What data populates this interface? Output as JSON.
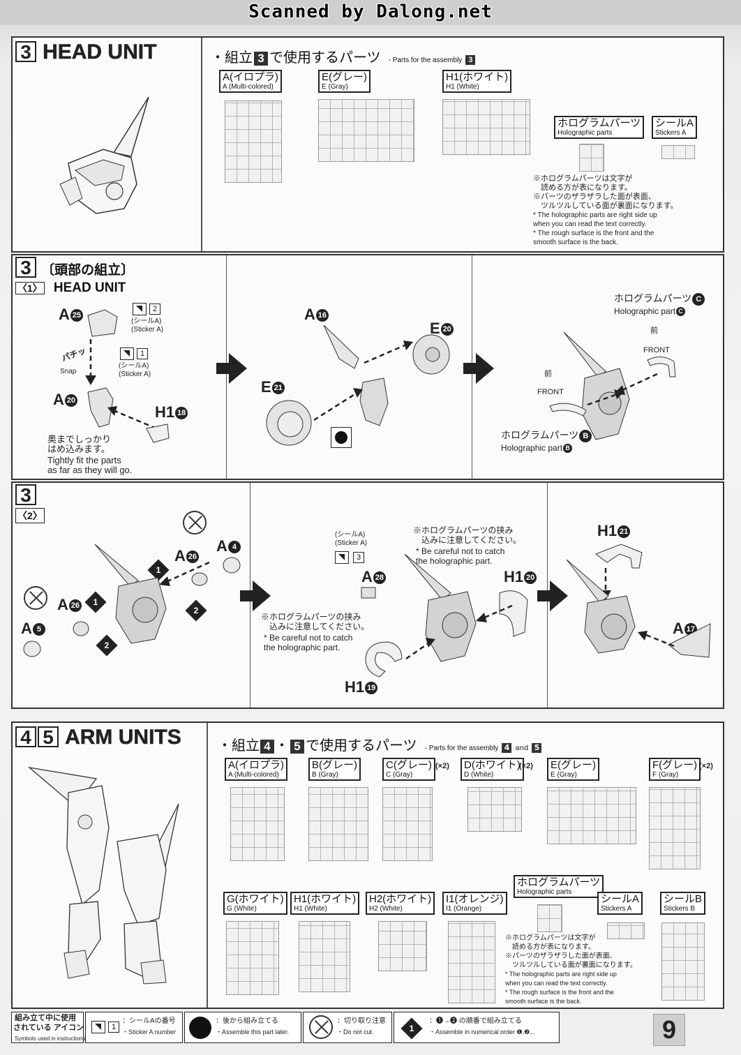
{
  "header": {
    "scan_credit": "Scanned by Dalong.net"
  },
  "head_unit": {
    "number": "3",
    "title": "HEAD UNIT",
    "parts_heading_prefix": "・組立",
    "parts_heading_num": "3",
    "parts_heading_suffix": "で使用するパーツ",
    "parts_heading_en": "- Parts for the assembly",
    "parts_heading_en_num": "3",
    "runners": [
      {
        "jp": "A(イロプラ)",
        "en": "A (Multi-colored)"
      },
      {
        "jp": "E(グレー)",
        "en": "E (Gray)"
      },
      {
        "jp": "H1(ホワイト)",
        "en": "H1 (White)"
      }
    ],
    "holo": {
      "jp": "ホログラムパーツ",
      "en": "Holographic parts"
    },
    "sticker": {
      "jp": "シールA",
      "en": "Stickers A"
    },
    "notes": [
      "※ホログラムパーツは文字が",
      "　読める方が表になります。",
      "※パーツのザラザラした面が表面、",
      "　ツルツルしている面が裏面になります。",
      "* The holographic parts are right side up",
      "  when you can read the text correctly.",
      "* The rough surface is the front and the",
      "  smooth surface is the back."
    ]
  },
  "step3_1": {
    "num": "3",
    "jp_title": "〔頭部の組立〕",
    "sub": "〈1〉",
    "en_title": "HEAD UNIT",
    "parts": {
      "a25": "A",
      "a25n": "25",
      "a20": "A",
      "a20n": "20",
      "h1_18": "H1",
      "h1_18n": "18",
      "a16": "A",
      "a16n": "16",
      "e20": "E",
      "e20n": "20",
      "e21": "E",
      "e21n": "21"
    },
    "sticker2": "2",
    "sticker1": "1",
    "sticker_jp": "(シールA)",
    "sticker_en": "(Sticker A)",
    "snap_jp": "パチッ",
    "snap_en": "Snap",
    "fit_jp_1": "奥までしっかり",
    "fit_jp_2": "はめ込みます。",
    "fit_en_1": "Tightly fit the parts",
    "fit_en_2": "as far as they will go.",
    "holo_c_jp": "ホログラムパーツ",
    "holo_c_letter": "C",
    "holo_c_en": "Holographic part",
    "holo_b_jp": "ホログラムパーツ",
    "holo_b_letter": "B",
    "holo_b_en": "Holographic part",
    "front_jp": "前",
    "front_en": "FRONT"
  },
  "step3_2": {
    "num": "3",
    "sub": "〈2〉",
    "parts": {
      "a26a": "A",
      "a26an": "26",
      "a4": "A",
      "a4n": "4",
      "a26b": "A",
      "a26bn": "26",
      "a5": "A",
      "a5n": "5",
      "a28": "A",
      "a28n": "28",
      "h1_20": "H1",
      "h1_20n": "20",
      "h1_19": "H1",
      "h1_19n": "19",
      "h1_21": "H1",
      "h1_21n": "21",
      "a17": "A",
      "a17n": "17"
    },
    "seq1": "1",
    "seq2": "2",
    "sticker_num": "3",
    "sticker_jp": "(シールA)",
    "sticker_en": "(Sticker A)",
    "caution_jp_1": "※ホログラムパーツの挟み",
    "caution_jp_2": "　込みに注意してください。",
    "caution_en_1": "* Be careful not to catch",
    "caution_en_2": "  the holographic part."
  },
  "arm_units": {
    "num_a": "4",
    "num_b": "5",
    "title": "ARM UNITS",
    "parts_heading_prefix": "・組立",
    "parts_heading_num_a": "4",
    "parts_heading_dot": "・",
    "parts_heading_num_b": "5",
    "parts_heading_suffix": "で使用するパーツ",
    "parts_heading_en": "- Parts for the assembly",
    "parts_heading_en_a": "4",
    "parts_heading_en_and": "and",
    "parts_heading_en_b": "5",
    "runners_row1": [
      {
        "jp": "A(イロプラ)",
        "en": "A (Multi-colored)",
        "mult": ""
      },
      {
        "jp": "B(グレー)",
        "en": "B (Gray)",
        "mult": ""
      },
      {
        "jp": "C(グレー)",
        "en": "C (Gray)",
        "mult": "(×2)"
      },
      {
        "jp": "D(ホワイト)",
        "en": "D (White)",
        "mult": "(×2)"
      },
      {
        "jp": "E(グレー)",
        "en": "E (Gray)",
        "mult": ""
      },
      {
        "jp": "F(グレー)",
        "en": "F (Gray)",
        "mult": "(×2)"
      }
    ],
    "runners_row2": [
      {
        "jp": "G(ホワイト)",
        "en": "G (White)"
      },
      {
        "jp": "H1(ホワイト)",
        "en": "H1 (White)"
      },
      {
        "jp": "H2(ホワイト)",
        "en": "H2 (White)"
      },
      {
        "jp": "I1(オレンジ)",
        "en": "I1 (Orange)"
      }
    ],
    "holo": {
      "jp": "ホログラムパーツ",
      "en": "Holographic parts"
    },
    "sticker_a": {
      "jp": "シールA",
      "en": "Stickers A"
    },
    "sticker_b": {
      "jp": "シールB",
      "en": "Stickers B"
    },
    "notes": [
      "※ホログラムパーツは文字が",
      "　読める方が表になります。",
      "※パーツのザラザラした面が表面、",
      "　ツルツルしている面が裏面になります。",
      "* The holographic parts are right side up",
      "  when you can read the text correctly.",
      "* The rough surface is the front and the",
      "  smooth surface is the back."
    ]
  },
  "legend": {
    "title_jp_1": "組み立て中に使用",
    "title_jp_2": "されている アイコン",
    "title_en": "Symbols used in instructions",
    "sticker_num": "1",
    "sticker_jp": "：シールAの番号",
    "sticker_en": "・Sticker A number",
    "later_jp": "：後から組み立てる",
    "later_en": "・Assemble this part later.",
    "nocut_jp": "：切り取り注意",
    "nocut_en": "・Do not cut.",
    "order_num": "1",
    "order_jp": "：❶→❷ の順番で組み立てる",
    "order_en": "・Assemble in numerical order ❶,❷..."
  },
  "page_number": "9"
}
